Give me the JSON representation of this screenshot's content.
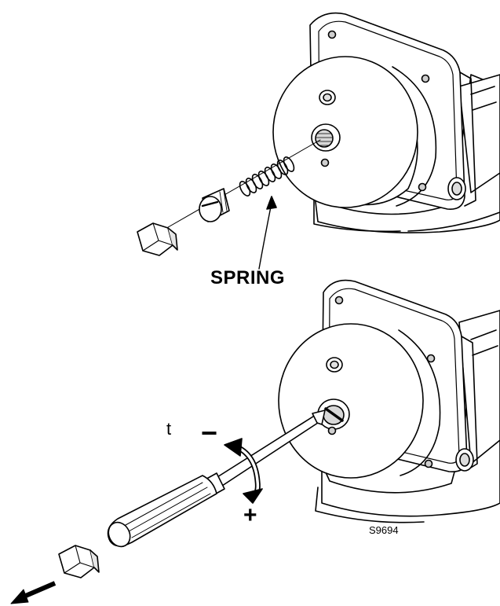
{
  "labels": {
    "spring": "SPRING",
    "torque": "t",
    "minus": "−",
    "plus": "+",
    "figure_code": "S9694"
  },
  "colors": {
    "line": "#000000",
    "part_fill": "#ffffff",
    "shade": "#dcdcdc"
  }
}
